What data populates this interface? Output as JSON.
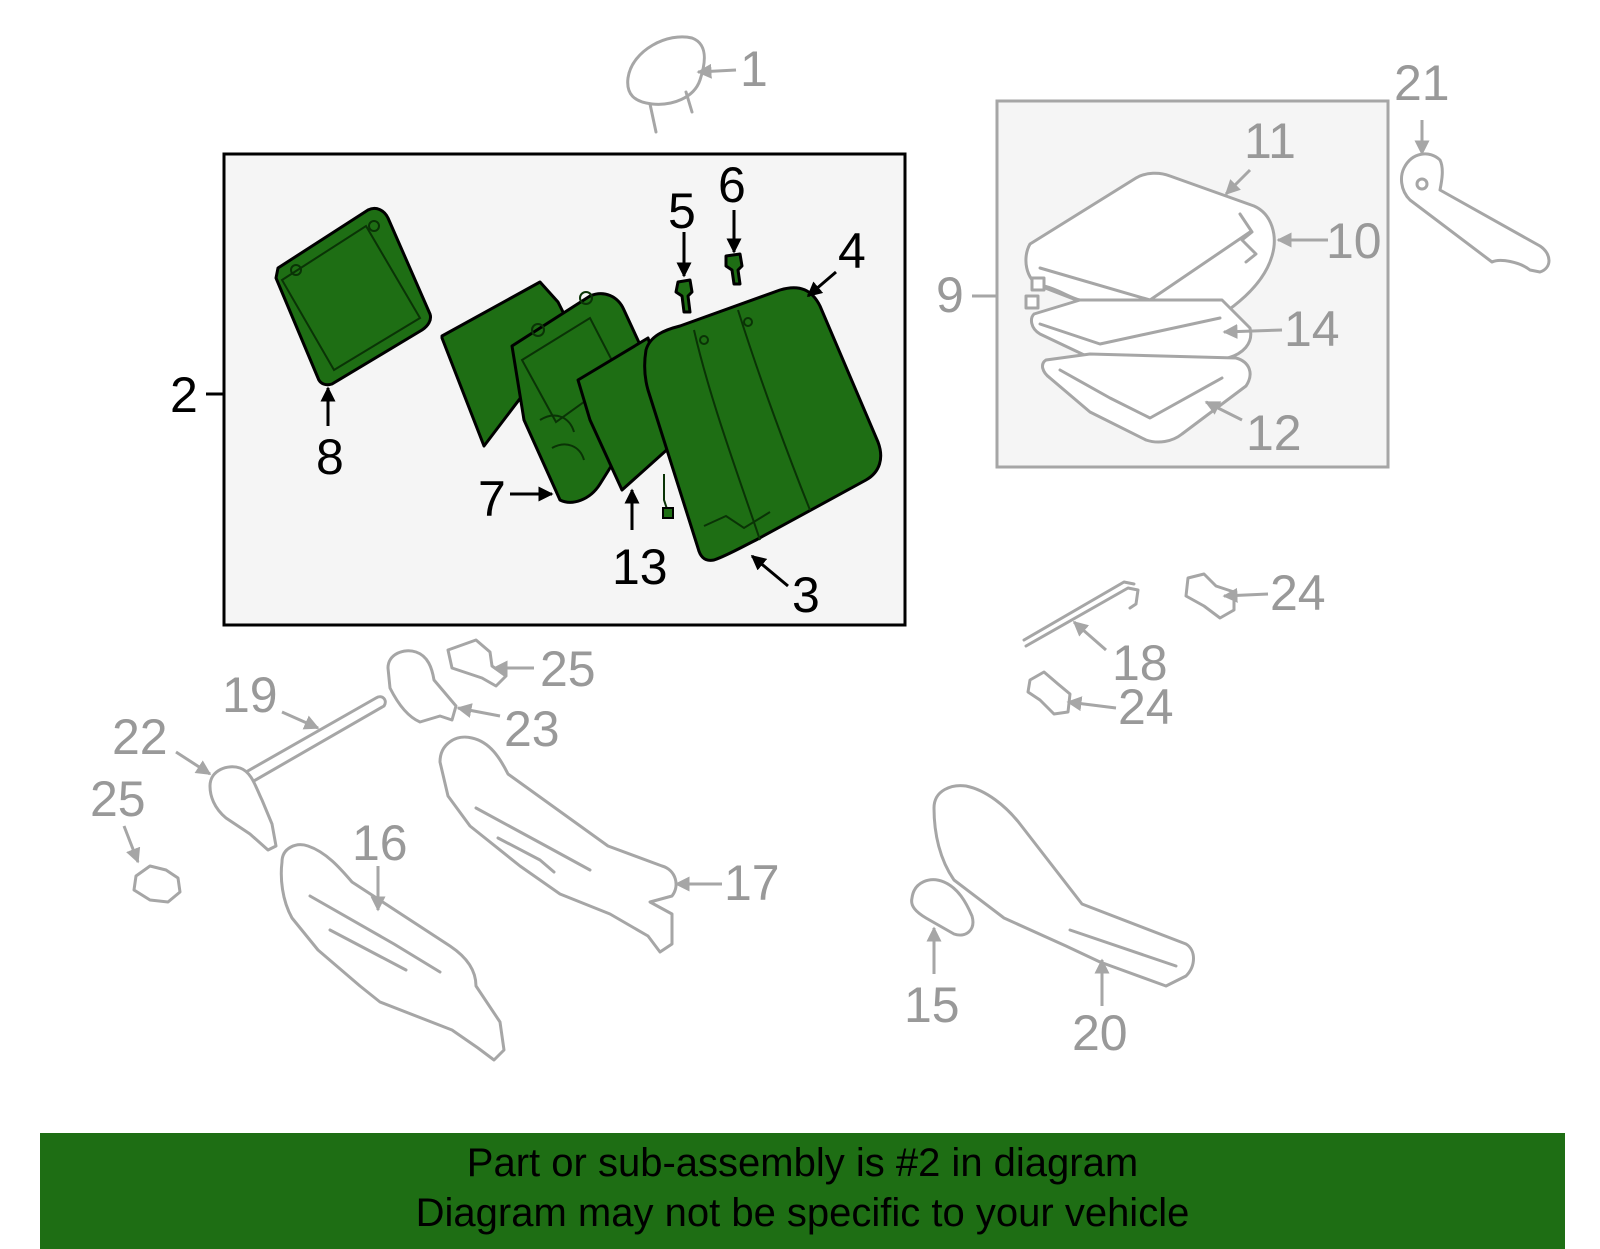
{
  "colors": {
    "highlight": "#1e6e14",
    "muted": "#a6a6a6",
    "box_bg": "#f5f5f5"
  },
  "callouts": {
    "c1": "1",
    "c2": "2",
    "c3": "3",
    "c4": "4",
    "c5": "5",
    "c6": "6",
    "c7": "7",
    "c8": "8",
    "c9": "9",
    "c10": "10",
    "c11": "11",
    "c12": "12",
    "c13": "13",
    "c14": "14",
    "c15": "15",
    "c16": "16",
    "c17": "17",
    "c18": "18",
    "c19": "19",
    "c20": "20",
    "c21": "21",
    "c22": "22",
    "c23": "23",
    "c24a": "24",
    "c24b": "24",
    "c25a": "25",
    "c25b": "25"
  },
  "banner": {
    "line1": "Part or sub-assembly is #2 in diagram",
    "line2": "Diagram may not be specific to your vehicle"
  }
}
